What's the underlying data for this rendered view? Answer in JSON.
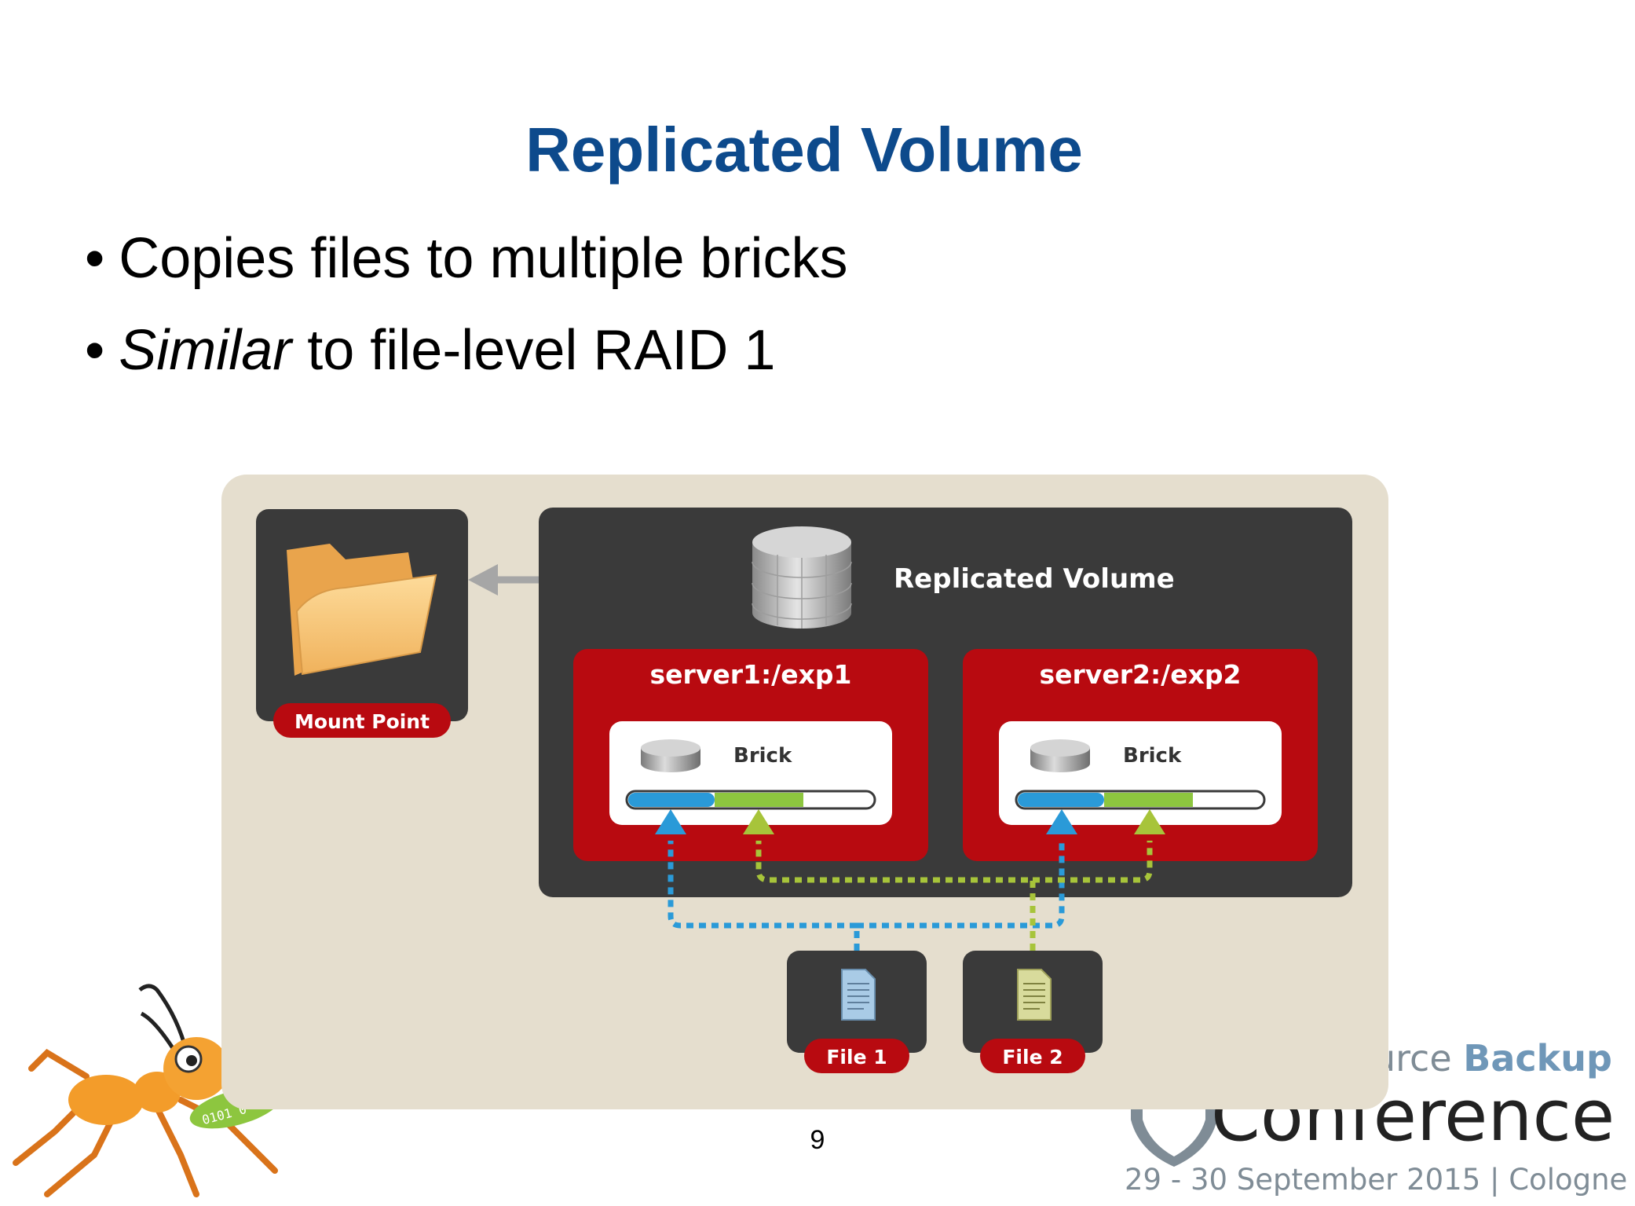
{
  "slide": {
    "title": "Replicated Volume",
    "bullets": [
      {
        "emphasis": "",
        "text": "Copies files to multiple bricks"
      },
      {
        "emphasis": "Similar",
        "text": " to file-level RAID 1"
      }
    ],
    "page_number": "9"
  },
  "diagram": {
    "volume_label": "Replicated Volume",
    "mount_point_label": "Mount Point",
    "servers": [
      {
        "name": "server1:/exp1",
        "brick_label": "Brick"
      },
      {
        "name": "server2:/exp2",
        "brick_label": "Brick"
      }
    ],
    "files": [
      {
        "label": "File 1",
        "color": "#a9cbe6"
      },
      {
        "label": "File 2",
        "color": "#d8db9c"
      }
    ],
    "colors": {
      "background": "#e5dece",
      "panel": "#3a3a3a",
      "server_box": "#b80a10",
      "file1_path": "#2a9ad8",
      "file2_path": "#a7c43a"
    }
  },
  "conference": {
    "line1_partial": "urce",
    "line1_accent": "Backup",
    "tag": "#145079",
    "line2_partial": "Conference",
    "dates": "29 - 30 September 2015 | Cologne"
  }
}
